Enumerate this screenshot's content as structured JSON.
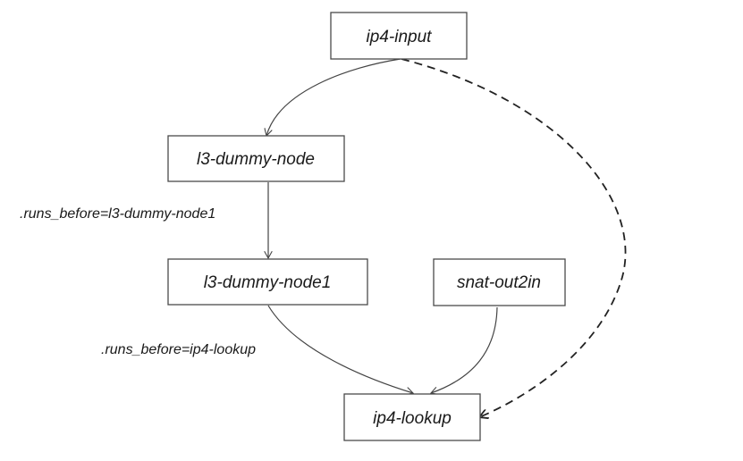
{
  "diagram": {
    "nodes": {
      "ip4_input": "ip4-input",
      "l3_dummy_node": "l3-dummy-node",
      "l3_dummy_node1": "l3-dummy-node1",
      "snat_out2in": "snat-out2in",
      "ip4_lookup": "ip4-lookup"
    },
    "edge_labels": {
      "runs_before_node1": ".runs_before=l3-dummy-node1",
      "runs_before_lookup": ".runs_before=ip4-lookup"
    }
  }
}
